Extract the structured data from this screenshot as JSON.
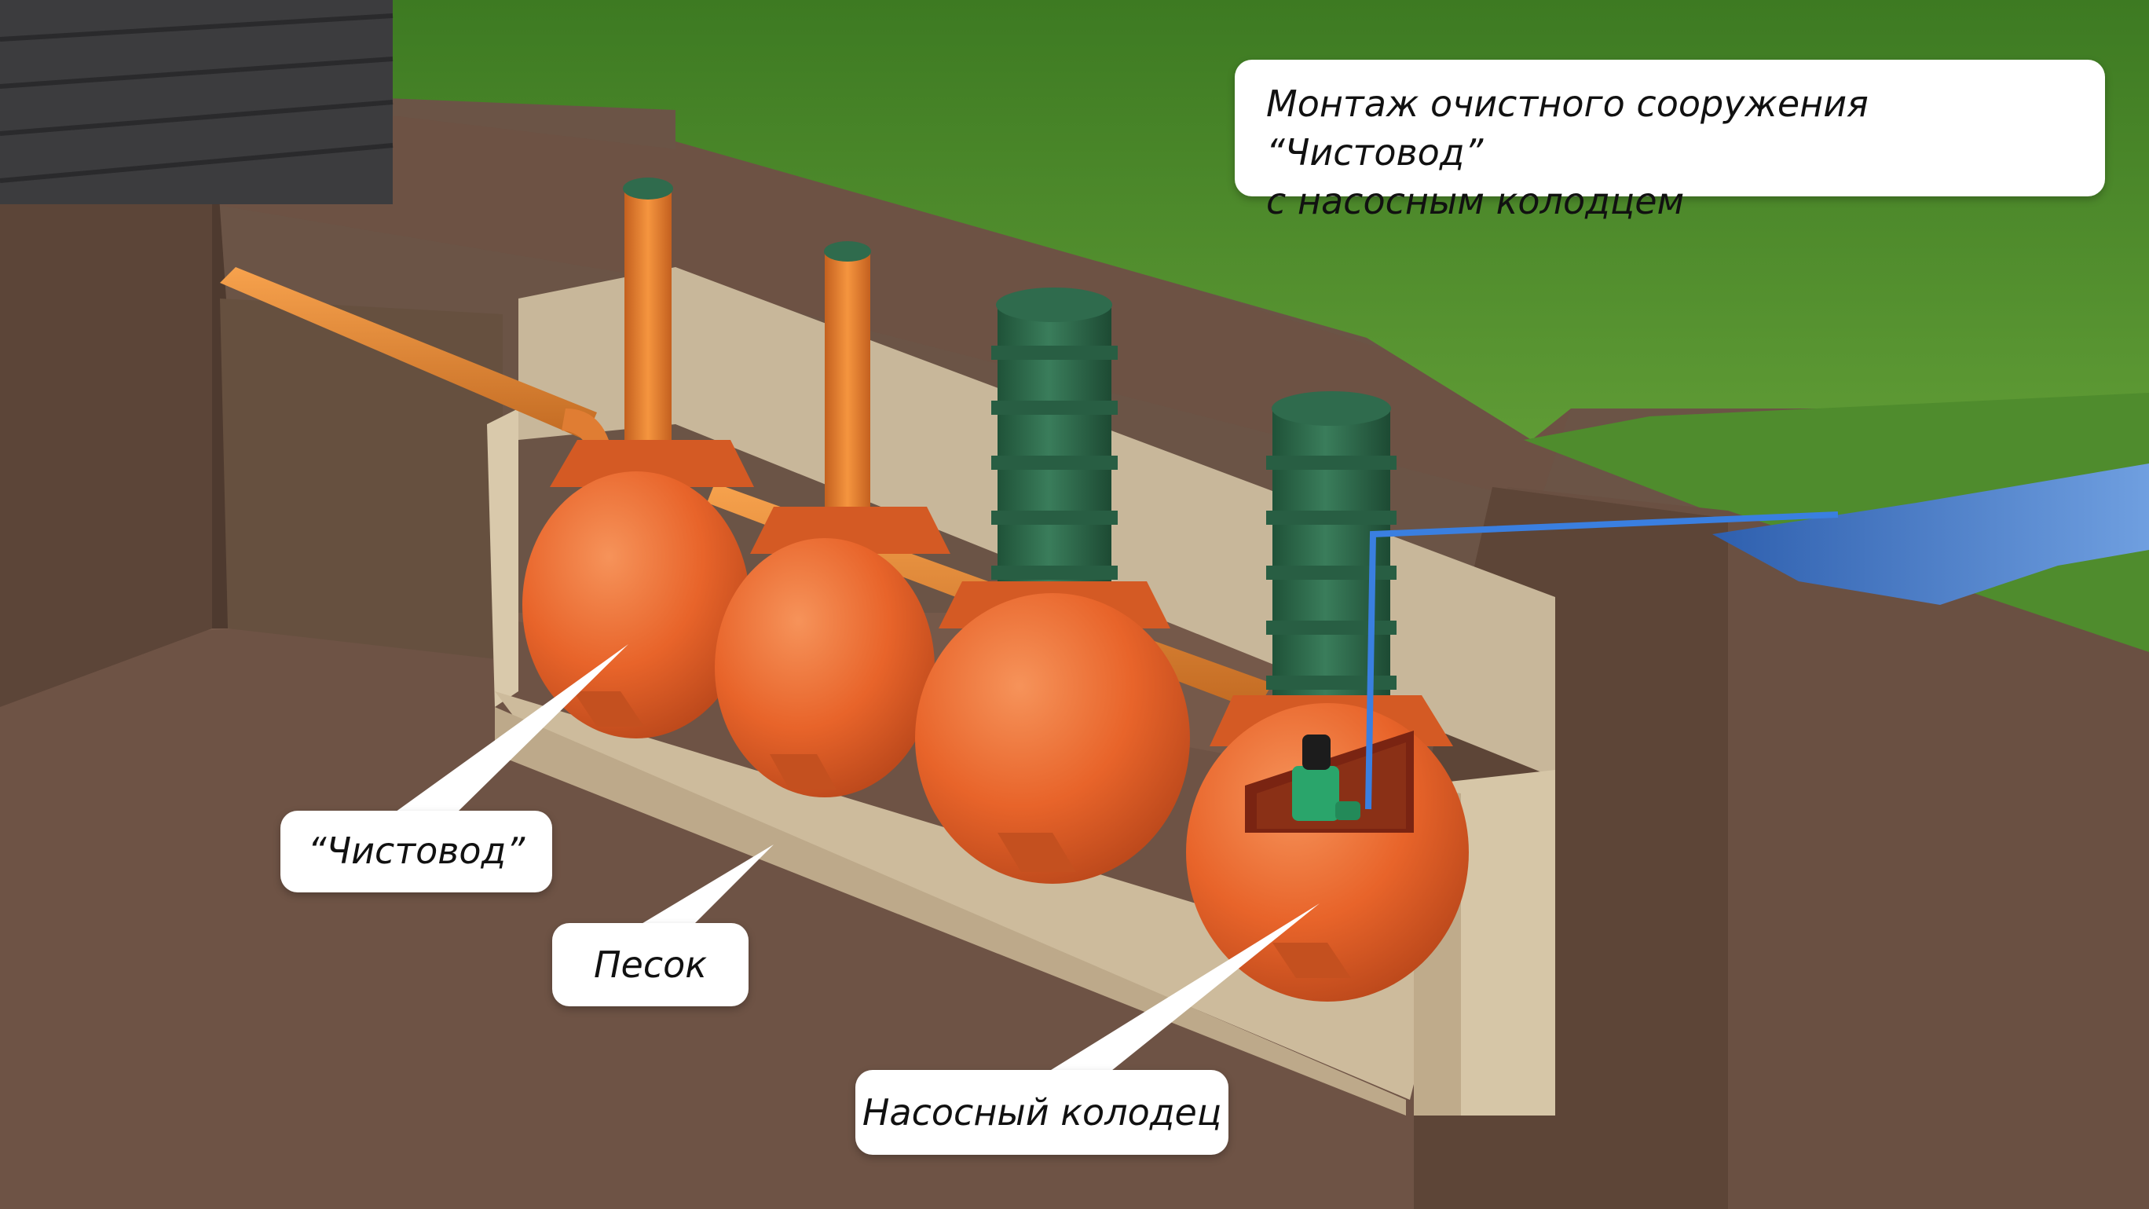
{
  "title": {
    "line1": "Монтаж очистного сооружения “Чистовод”",
    "line2": "с насосным колодцем"
  },
  "labels": {
    "chistovod": "“Чистовод”",
    "pesok": "Песок",
    "kolodets": "Насосный колодец"
  },
  "colors": {
    "tank": "#e8642a",
    "neck": "#2f6b4d",
    "pipe": "#ee8a34",
    "sand": "#cdbb9c",
    "soil": "#6d5244",
    "grass": "#4e8a2c",
    "water": "#4a7fcf",
    "hose": "#3a7fe0",
    "pump": "#2aa56b"
  }
}
